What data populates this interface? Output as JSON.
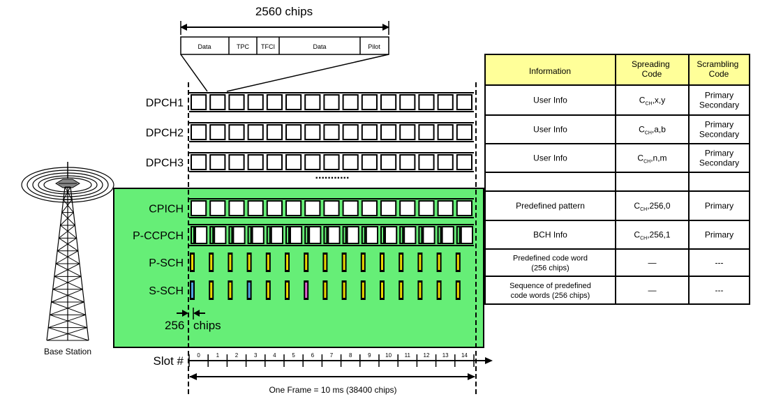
{
  "slot_header": {
    "title": "2560 chips",
    "fields": [
      "Data",
      "TPC",
      "TFCI",
      "Data",
      "Pilot"
    ]
  },
  "channels": [
    {
      "name": "DPCH1",
      "kind": "box"
    },
    {
      "name": "DPCH2",
      "kind": "box"
    },
    {
      "name": "DPCH3",
      "kind": "box"
    },
    {
      "name": "CPICH",
      "kind": "box"
    },
    {
      "name": "P-CCPCH",
      "kind": "pccpch"
    },
    {
      "name": "P-SCH",
      "kind": "sync"
    },
    {
      "name": "S-SCH",
      "kind": "sync"
    }
  ],
  "ellipsis": "...........",
  "slot_count": 15,
  "slot_label": "Slot #",
  "slot_numbers": [
    "0",
    "1",
    "2",
    "3",
    "4",
    "5",
    "6",
    "7",
    "8",
    "9",
    "10",
    "11",
    "12",
    "13",
    "14"
  ],
  "sync_width_label_left": "256",
  "sync_width_label_right": "chips",
  "frame_label": "One Frame = 10 ms (38400 chips)",
  "base_station_label": "Base Station",
  "colors": {
    "common_channel_fill": "#66ee77",
    "table_header_fill": "#ffff99",
    "psch_marks": "#e8d800",
    "ssch_marks": [
      "#4fa3e0",
      "#e8d800",
      "#e8d800",
      "#4fa3e0",
      "#e8d800",
      "#e8d800",
      "#e060d0",
      "#e8d800",
      "#e8d800",
      "#e8d800",
      "#e8d800",
      "#e8d800",
      "#e8d800",
      "#e8d800",
      "#e8d800"
    ]
  },
  "table": {
    "headers": [
      "Information",
      "Spreading Code",
      "Scrambling Code"
    ],
    "rows": [
      {
        "info": "User Info",
        "code_base": "C",
        "code_sub": "CH",
        "code_rest": ",x,y",
        "scramble": [
          "Primary",
          "Secondary"
        ]
      },
      {
        "info": "User Info",
        "code_base": "C",
        "code_sub": "CH",
        "code_rest": ",a,b",
        "scramble": [
          "Primary",
          "Secondary"
        ]
      },
      {
        "info": "User Info",
        "code_base": "C",
        "code_sub": "CH",
        "code_rest": ",n,m",
        "scramble": [
          "Primary",
          "Secondary"
        ]
      },
      {
        "info": "",
        "code_base": "",
        "code_sub": "",
        "code_rest": "",
        "scramble": []
      },
      {
        "info": "Predefined pattern",
        "code_base": "C",
        "code_sub": "CH",
        "code_rest": ",256,0",
        "scramble": [
          "Primary"
        ]
      },
      {
        "info": "BCH Info",
        "code_base": "C",
        "code_sub": "CH",
        "code_rest": ",256,1",
        "scramble": [
          "Primary"
        ]
      },
      {
        "info": "Predefined code word (256 chips)",
        "code_base": "—",
        "code_sub": "",
        "code_rest": "",
        "scramble": [
          "---"
        ]
      },
      {
        "info": "Sequence of predefined code words (256 chips)",
        "code_base": "—",
        "code_sub": "",
        "code_rest": "",
        "scramble": [
          "---"
        ]
      }
    ]
  }
}
